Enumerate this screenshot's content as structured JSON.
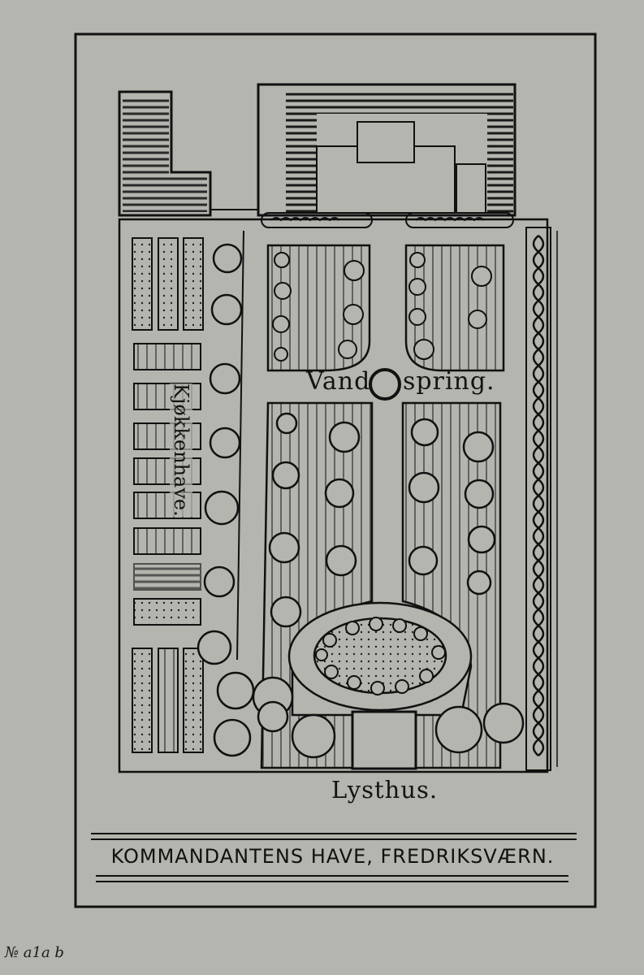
{
  "map": {
    "title": "KOMMANDANTENS HAVE, FREDRIKSVÆRN.",
    "labels": {
      "fountain_left": "Vand",
      "fountain_right": "spring.",
      "kitchen_garden": "Kjøkkenhave.",
      "pavilion": "Lysthus."
    },
    "catalog_number": "№ a1a b"
  },
  "colors": {
    "paper": "#b3b5ae",
    "ink": "#141414"
  }
}
